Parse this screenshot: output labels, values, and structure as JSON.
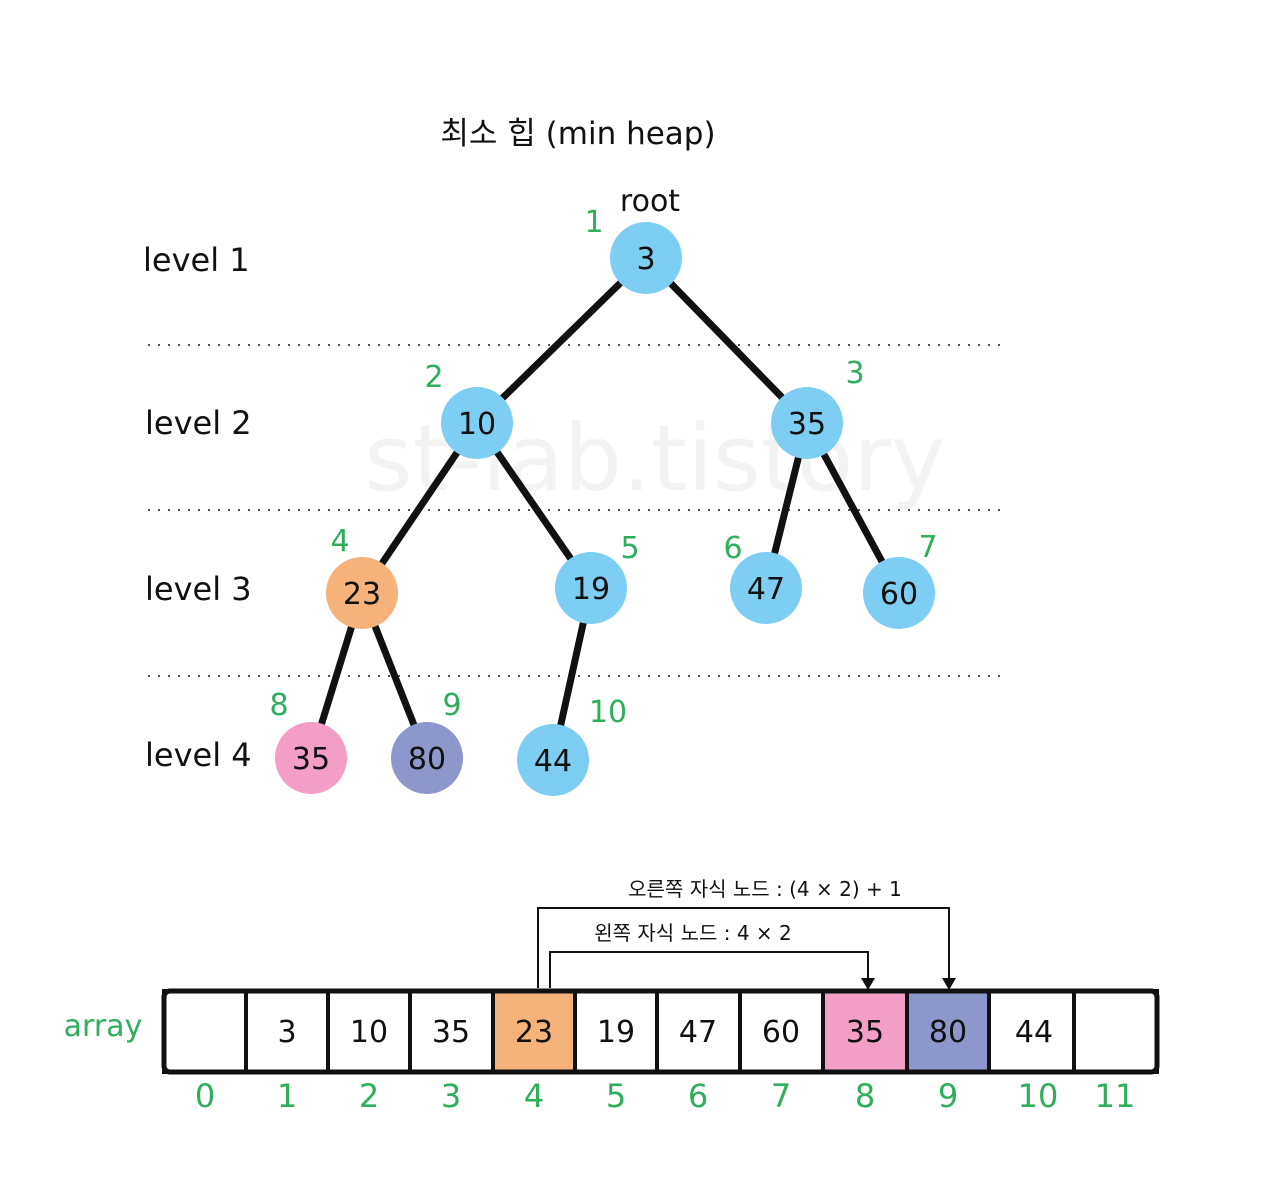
{
  "title": "최소 힙 (min heap)",
  "root_label": "root",
  "watermark": "st-lab.tistory",
  "levels": [
    "level 1",
    "level 2",
    "level 3",
    "level 4"
  ],
  "nodes": [
    {
      "index": "1",
      "value": "3",
      "color": "#7ecdf3"
    },
    {
      "index": "2",
      "value": "10",
      "color": "#7ecdf3"
    },
    {
      "index": "3",
      "value": "35",
      "color": "#7ecdf3"
    },
    {
      "index": "4",
      "value": "23",
      "color": "#f5b27a"
    },
    {
      "index": "5",
      "value": "19",
      "color": "#7ecdf3"
    },
    {
      "index": "6",
      "value": "47",
      "color": "#7ecdf3"
    },
    {
      "index": "7",
      "value": "60",
      "color": "#7ecdf3"
    },
    {
      "index": "8",
      "value": "35",
      "color": "#f29ec7"
    },
    {
      "index": "9",
      "value": "80",
      "color": "#8e97cc"
    },
    {
      "index": "10",
      "value": "44",
      "color": "#7ecdf3"
    }
  ],
  "array": {
    "label": "array",
    "cells": [
      {
        "value": "",
        "color": "#ffffff"
      },
      {
        "value": "3",
        "color": "#ffffff"
      },
      {
        "value": "10",
        "color": "#ffffff"
      },
      {
        "value": "35",
        "color": "#ffffff"
      },
      {
        "value": "23",
        "color": "#f5b27a"
      },
      {
        "value": "19",
        "color": "#ffffff"
      },
      {
        "value": "47",
        "color": "#ffffff"
      },
      {
        "value": "60",
        "color": "#ffffff"
      },
      {
        "value": "35",
        "color": "#f29ec7"
      },
      {
        "value": "80",
        "color": "#8e97cc"
      },
      {
        "value": "44",
        "color": "#ffffff"
      },
      {
        "value": "",
        "color": "#ffffff"
      }
    ],
    "indices": [
      "0",
      "1",
      "2",
      "3",
      "4",
      "5",
      "6",
      "7",
      "8",
      "9",
      "10",
      "11"
    ]
  },
  "annotations": {
    "right_child": "오른쪽 자식 노드 : (4 × 2) + 1",
    "left_child": "왼쪽 자식 노드 : 4 × 2"
  },
  "colors": {
    "index_green": "#2fae5b",
    "edge": "#111111"
  }
}
